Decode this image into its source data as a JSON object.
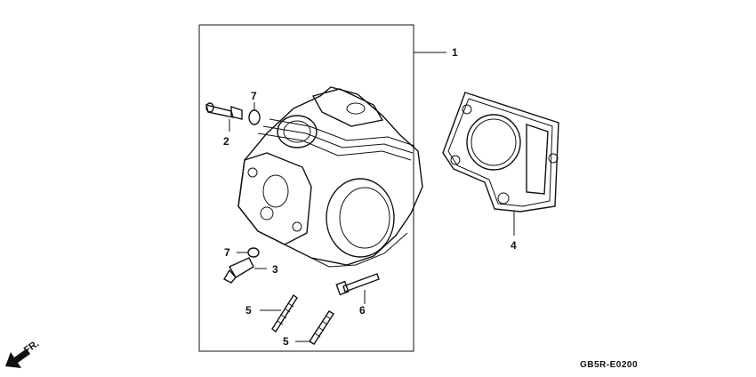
{
  "callouts": {
    "c1": "1",
    "c2": "2",
    "c3": "3",
    "c4": "4",
    "c5a": "5",
    "c5b": "5",
    "c6": "6",
    "c7a": "7",
    "c7b": "7"
  },
  "front_arrow_label": "FR.",
  "diagram_code": "GB5R-E0200"
}
